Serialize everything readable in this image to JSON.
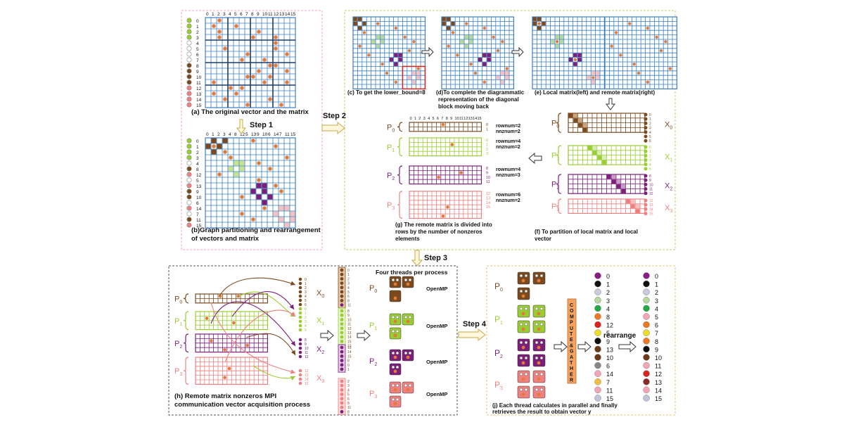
{
  "panels": {
    "a": {
      "caption": "(a) The original vector and the matrix"
    },
    "b": {
      "caption_1": "(b)Graph partitioning and rearrangement",
      "caption_2": "of vectors and matrix"
    },
    "c": {
      "caption": "(c) To get  the lower_bound=8"
    },
    "d": {
      "caption_1": "(d)To complete the diagrammatic",
      "caption_2": "representation of the diagonal",
      "caption_3": "block moving back"
    },
    "e": {
      "caption": "(e)  Local  matrix(left) and remote matrix(right)"
    },
    "f": {
      "caption_1": "(f) To partition of local matrix and local",
      "caption_2": "vector"
    },
    "g": {
      "caption_1": "(g) The remote matrix is divided into",
      "caption_2": "rows  by the number of nonzeros",
      "caption_3": "elements"
    },
    "h": {
      "caption_1": "(h) Remote matrix nonzeros  MPI",
      "caption_2": "communication vector acquisition process"
    },
    "j": {
      "caption_1": "(j) Each thread calculates in parallel and finally",
      "caption_2": "retrieves the result to obtain vector y"
    }
  },
  "steps": {
    "step1": "Step 1",
    "step2": "Step 2",
    "step3": "Step 3",
    "step4": "Step 4"
  },
  "axis_labels": [
    "0",
    "1",
    "2",
    "3",
    "4",
    "5",
    "6",
    "7",
    "8",
    "9",
    "10",
    "11",
    "12",
    "13",
    "14",
    "15"
  ],
  "reordered_axis": [
    "0",
    "1",
    "2",
    "3",
    "4",
    "8",
    "12",
    "5",
    "13",
    "9",
    "10",
    "6",
    "14",
    "7",
    "11",
    "15"
  ],
  "g_axis": [
    "0",
    "1",
    "2",
    "3",
    "4",
    "5",
    "6",
    "7",
    "8",
    "9",
    "10",
    "11",
    "12",
    "13",
    "14",
    "15"
  ],
  "processes": [
    {
      "name": "P",
      "sub": "0",
      "vec": "X",
      "vsub": "0",
      "color": "#7a4a1e",
      "fill": "#7a4a1e",
      "light": "#c9a27a",
      "rows": [
        "0",
        "1",
        "2",
        "3",
        "4",
        "5",
        "6"
      ],
      "rownum": "rownum=2",
      "nnznum": "nnznum=2"
    },
    {
      "name": "P",
      "sub": "1",
      "vec": "X",
      "vsub": "1",
      "color": "#9acd32",
      "fill": "#9acd32",
      "light": "#d7ecb2",
      "rows": [
        "0",
        "1",
        "2",
        "3",
        "4",
        "5"
      ],
      "rownum": "rownum=4",
      "nnznum": "nnznum=2"
    },
    {
      "name": "P",
      "sub": "2",
      "vec": "X",
      "vsub": "2",
      "color": "#7b1f7b",
      "fill": "#7b1f7b",
      "light": "#c79bc7",
      "rows": [
        "8",
        "9",
        "10",
        "11",
        "12"
      ],
      "rownum": "rownum=4",
      "nnznum": "nnznum=3"
    },
    {
      "name": "P",
      "sub": "3",
      "vec": "X",
      "vsub": "3",
      "color": "#f08080",
      "fill": "#f08080",
      "light": "#f6c1c1",
      "rows": [
        "12",
        "13",
        "14",
        "15"
      ],
      "rownum": "rownum=6",
      "nnznum": "nnznum=2"
    }
  ],
  "h_vector": [
    "0",
    "1",
    "2",
    "3",
    "4",
    "5",
    "6",
    "8",
    "11",
    "8",
    "9",
    "10",
    "11",
    "12",
    "13",
    "14",
    "15",
    "12",
    "13",
    "14",
    "15",
    "8"
  ],
  "threads": {
    "header": "Four threads per process",
    "openmp": "OpenMP"
  },
  "gather": {
    "label": "COMPUTE & GATHER",
    "letters": [
      "C",
      "O",
      "M",
      "P",
      "U",
      "T",
      "E",
      "&",
      "G",
      "A",
      "T",
      "H",
      "E",
      "R"
    ],
    "rearrange": "rearrange"
  },
  "result_before": [
    "0",
    "1",
    "2",
    "3",
    "4",
    "8",
    "12",
    "5",
    "9",
    "13",
    "10",
    "6",
    "14",
    "7",
    "11",
    "15"
  ],
  "result_after": [
    "0",
    "1",
    "2",
    "3",
    "4",
    "5",
    "6",
    "7",
    "8",
    "9",
    "10",
    "11",
    "12",
    "13",
    "14",
    "15"
  ],
  "colors": {
    "grid_blue": "#3a7fc4",
    "nonzero_orange": "#e07b39",
    "frame_pink": "#f4a6b4",
    "frame_green": "#b9d36b",
    "frame_gray": "#555555",
    "frame_orange": "#f0c070",
    "compute_orange": "#f4a460",
    "red_box": "#dd2222"
  },
  "result_colors": [
    "#8b1a8b",
    "#111111",
    "#c9c9e0",
    "#b5d99c",
    "#22aa44",
    "#ee7722",
    "#dd2222",
    "#eedd22",
    "#111111",
    "#6b3a1a",
    "#6b3a1a",
    "#888888",
    "#f4a6b4",
    "#f0c040",
    "#f4a6b4",
    "#c0c4d8"
  ],
  "result_after_colors": [
    "#8b1a8b",
    "#111111",
    "#c9c9e0",
    "#b5d99c",
    "#22aa44",
    "#f4a6b4",
    "#ee7722",
    "#eedd22",
    "#ee7722",
    "#111111",
    "#6b3a1a",
    "#f4a6b4",
    "#dd2222",
    "#8b2a2a",
    "#f4a6b4",
    "#c0c4d8"
  ]
}
